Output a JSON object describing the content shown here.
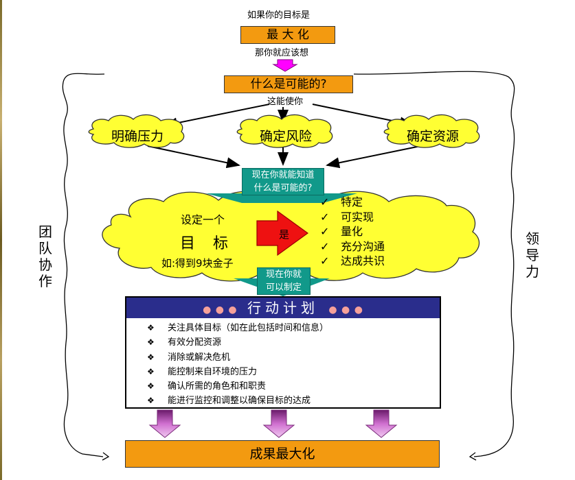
{
  "top": {
    "if_goal": "如果你的目标是",
    "maximize": "最 大 化",
    "then_think": "那你就应该想",
    "what_possible": "什么是可能的?",
    "this_lets_you": "这能使你"
  },
  "clouds": {
    "left": "明确压力",
    "center": "确定风险",
    "right": "确定资源"
  },
  "teal_top": {
    "line1": "现在你就能知道",
    "line2": "什么是可能的?"
  },
  "goal": {
    "set_one": "设定一个",
    "goal": "目  标",
    "example": "如:得到9块金子",
    "arrow_label": "是"
  },
  "criteria": [
    "特定",
    "可实现",
    "量化",
    "充分沟通",
    "达成共识"
  ],
  "teal_bottom": {
    "line1": "现在你就",
    "line2": "可以制定"
  },
  "side": {
    "left": [
      "团",
      "队",
      "协",
      "作"
    ],
    "right": [
      "领",
      "导",
      "力"
    ]
  },
  "action_plan": {
    "title": "行动计划",
    "dots_left": "● ● ●",
    "dots_right": "● ● ●",
    "bullet": "❖",
    "items": [
      "关注具体目标（如在此包括时间和信息）",
      "有效分配资源",
      "消除或解决危机",
      "能控制来自环境的压力",
      "确认所需的角色和和职责",
      "能进行监控和调整以确保目标的达成"
    ]
  },
  "result": "成果最大化",
  "colors": {
    "orange": "#f39a10",
    "cloud_yellow": "#ffff33",
    "teal": "#11998a",
    "navy": "#2a2d8c",
    "magenta": "#ff00ff",
    "red_arrow": "#ee1111",
    "purple_arrow": "#b040b0"
  }
}
